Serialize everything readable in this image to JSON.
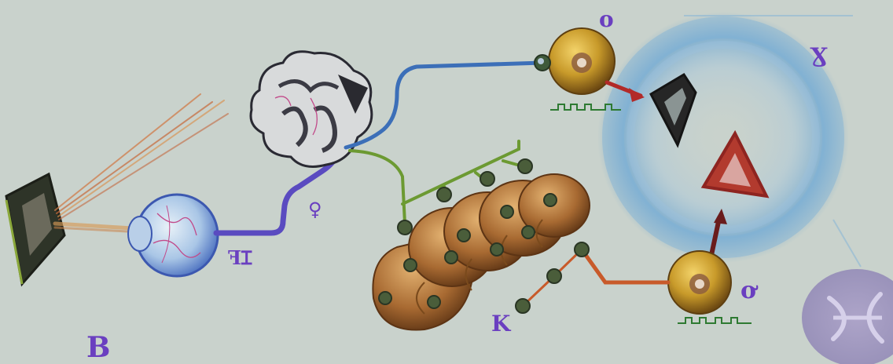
{
  "labels": {
    "bottom_left": "B",
    "eye_nerve": "ꟻꞮ",
    "nerve_junction": "♀",
    "top_neuron": "o",
    "right_circle": "Ɣ",
    "bottom_neuron": "ơ",
    "coil": "K"
  },
  "colors": {
    "paper": "#c9d2cc",
    "glyph": "#6a3fc0",
    "neuron": "#c89a2a",
    "coil": "#a86a32",
    "blue_circle": "#6fa7d0",
    "nerve_blue": "#3c6fb8",
    "nerve_green": "#6c9a32",
    "nerve_orange": "#c85a2a",
    "triangle_red": "#c43a30",
    "diamond_dark": "#2a2a2a"
  }
}
